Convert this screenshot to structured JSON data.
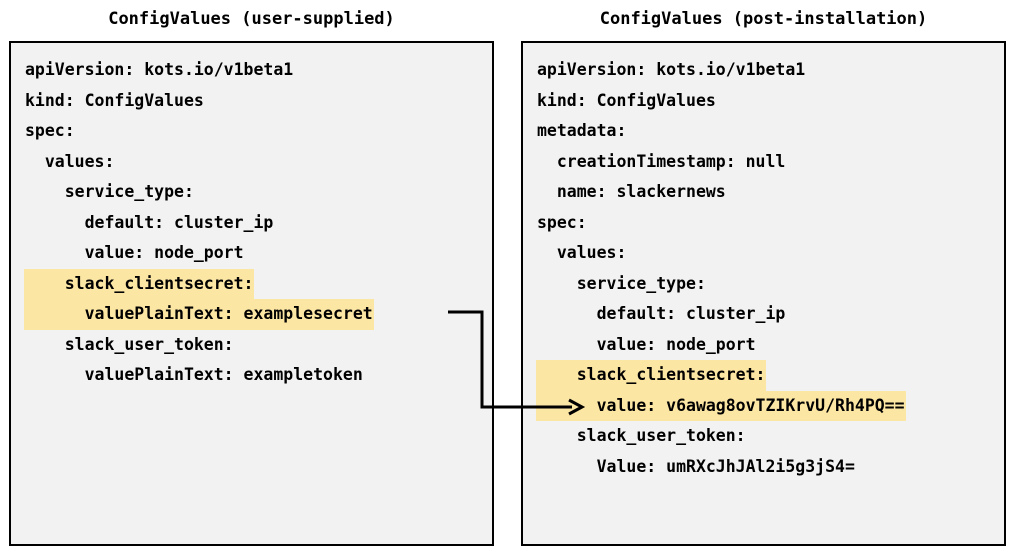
{
  "diagram": {
    "type": "flow-comparison",
    "highlight_color": "#FCE6A4",
    "panel_background": "#F2F2F2",
    "border_color": "#000000",
    "text_color": "#000000"
  },
  "left_panel": {
    "title": "ConfigValues (user-supplied)",
    "lines": [
      {
        "text": "apiVersion: kots.io/v1beta1",
        "highlight": false
      },
      {
        "text": "kind: ConfigValues",
        "highlight": false
      },
      {
        "text": "spec:",
        "highlight": false
      },
      {
        "text": "  values:",
        "highlight": false
      },
      {
        "text": "    service_type:",
        "highlight": false
      },
      {
        "text": "      default: cluster_ip",
        "highlight": false
      },
      {
        "text": "      value: node_port",
        "highlight": false
      },
      {
        "text": "    slack_clientsecret:",
        "highlight": true
      },
      {
        "text": "      valuePlainText: examplesecret",
        "highlight": true
      },
      {
        "text": "    slack_user_token:",
        "highlight": false
      },
      {
        "text": "      valuePlainText: exampletoken",
        "highlight": false
      }
    ]
  },
  "right_panel": {
    "title": "ConfigValues (post-installation)",
    "lines": [
      {
        "text": "apiVersion: kots.io/v1beta1",
        "highlight": false
      },
      {
        "text": "kind: ConfigValues",
        "highlight": false
      },
      {
        "text": "metadata:",
        "highlight": false
      },
      {
        "text": "  creationTimestamp: null",
        "highlight": false
      },
      {
        "text": "  name: slackernews",
        "highlight": false
      },
      {
        "text": "spec:",
        "highlight": false
      },
      {
        "text": "  values:",
        "highlight": false
      },
      {
        "text": "    service_type:",
        "highlight": false
      },
      {
        "text": "      default: cluster_ip",
        "highlight": false
      },
      {
        "text": "      value: node_port",
        "highlight": false
      },
      {
        "text": "    slack_clientsecret:",
        "highlight": true
      },
      {
        "text": "      value: v6awag8ovTZIKrvU/Rh4PQ==",
        "highlight": true
      },
      {
        "text": "    slack_user_token:",
        "highlight": false
      },
      {
        "text": "      Value: umRXcJhJAl2i5g3jS4=",
        "highlight": false
      }
    ]
  },
  "connector": {
    "name": "encryption-flow-arrow",
    "from": "examplesecret",
    "to": "v6awag8ovTZIKrvU/Rh4PQ=="
  }
}
